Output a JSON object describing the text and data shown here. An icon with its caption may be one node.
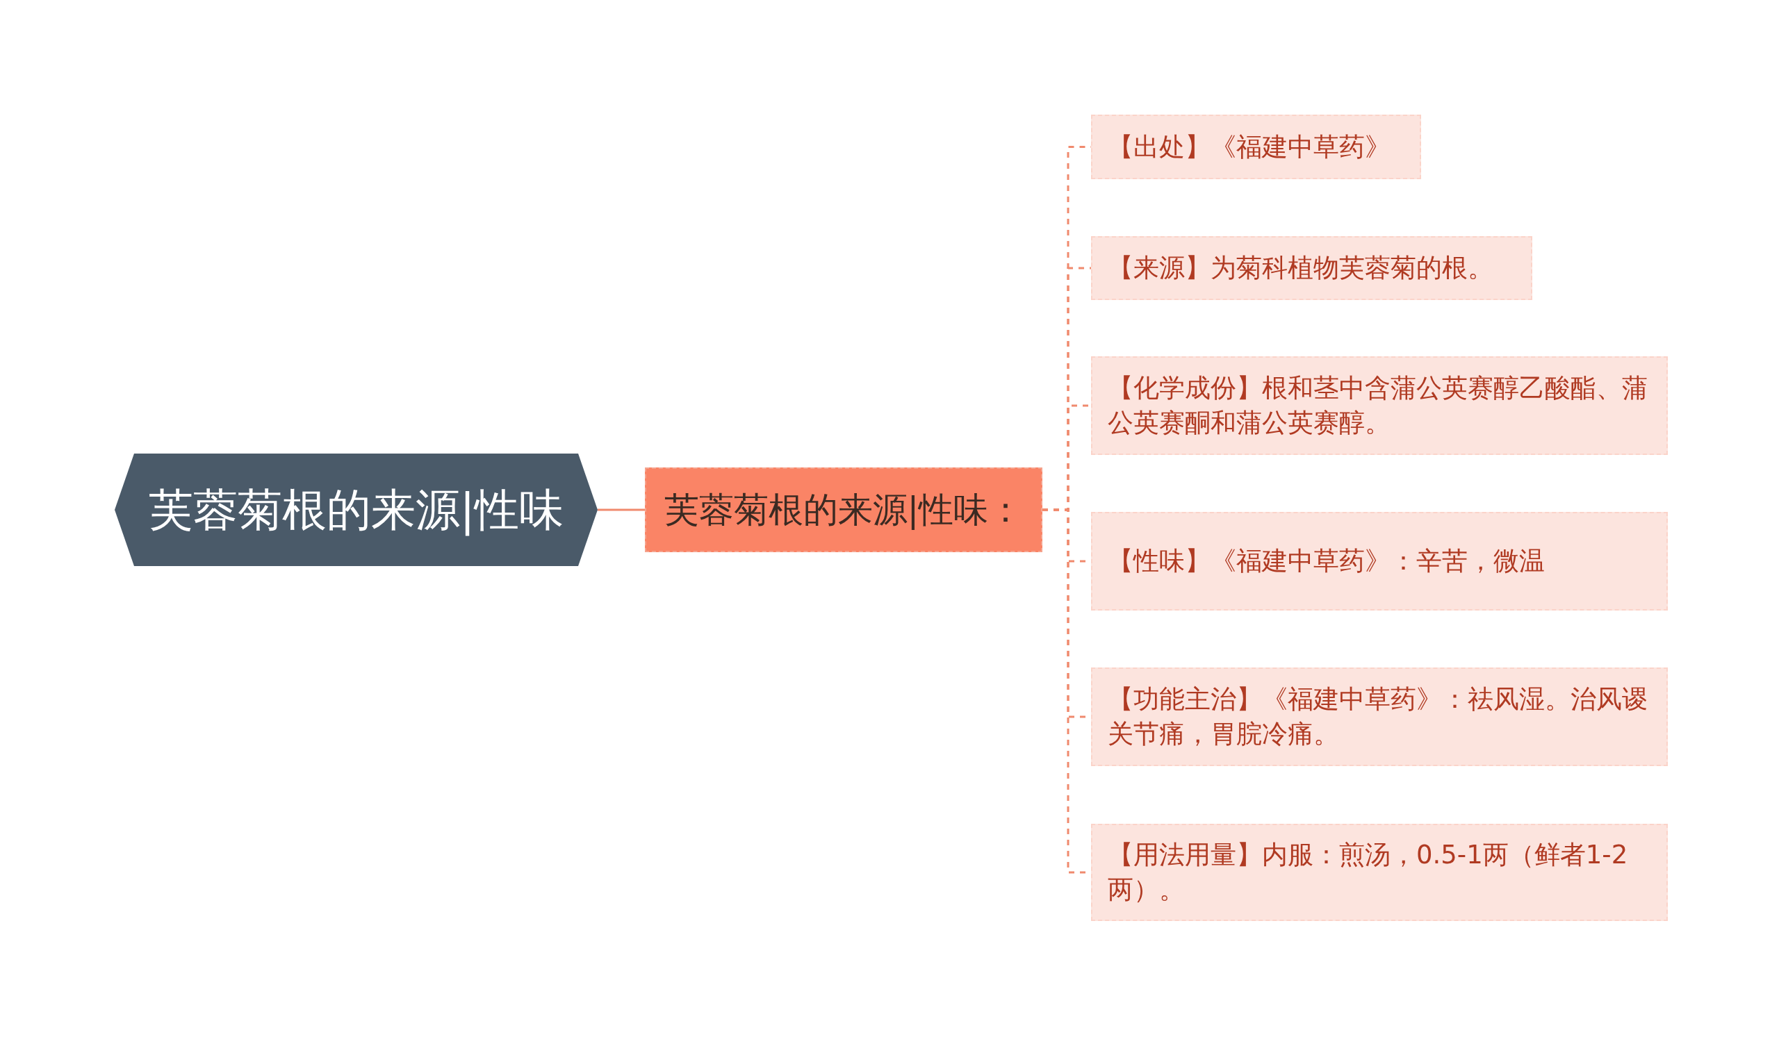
{
  "diagram": {
    "nodes": [
      {
        "text": [
          "芙蓉菊根的来源|性味"
        ]
      },
      {
        "text": [
          "芙蓉菊根的来源|性味："
        ]
      },
      {
        "text": [
          "【出处】《福建中草药》"
        ]
      },
      {
        "text": [
          "【来源】为菊科植物芙蓉菊的根。"
        ]
      },
      {
        "text": [
          "【化学成份】根和茎中含蒲公英赛醇乙酸酯、蒲公英赛酮和蒲公英赛醇。"
        ]
      },
      {
        "text": [
          "【性味】《福建中草药》：辛苦，微温"
        ]
      },
      {
        "text": [
          "【功能主治】《福建中草药》：祛风湿。治风谡关节痛，胃脘冷痛。"
        ]
      },
      {
        "text": [
          "【用法用量】内服：煎汤，0.5-1两（鲜者1-2两）。"
        ]
      }
    ],
    "edges": [
      {
        "from": 0,
        "to": 1,
        "arrow": "none"
      },
      {
        "from": 1,
        "to": 2,
        "arrow": "none",
        "style": "dashed"
      },
      {
        "from": 1,
        "to": 3,
        "arrow": "none",
        "style": "dashed"
      },
      {
        "from": 1,
        "to": 4,
        "arrow": "none",
        "style": "dashed"
      },
      {
        "from": 1,
        "to": 5,
        "arrow": "none",
        "style": "dashed"
      },
      {
        "from": 1,
        "to": 6,
        "arrow": "none",
        "style": "dashed"
      },
      {
        "from": 1,
        "to": 7,
        "arrow": "none",
        "style": "dashed"
      }
    ]
  }
}
